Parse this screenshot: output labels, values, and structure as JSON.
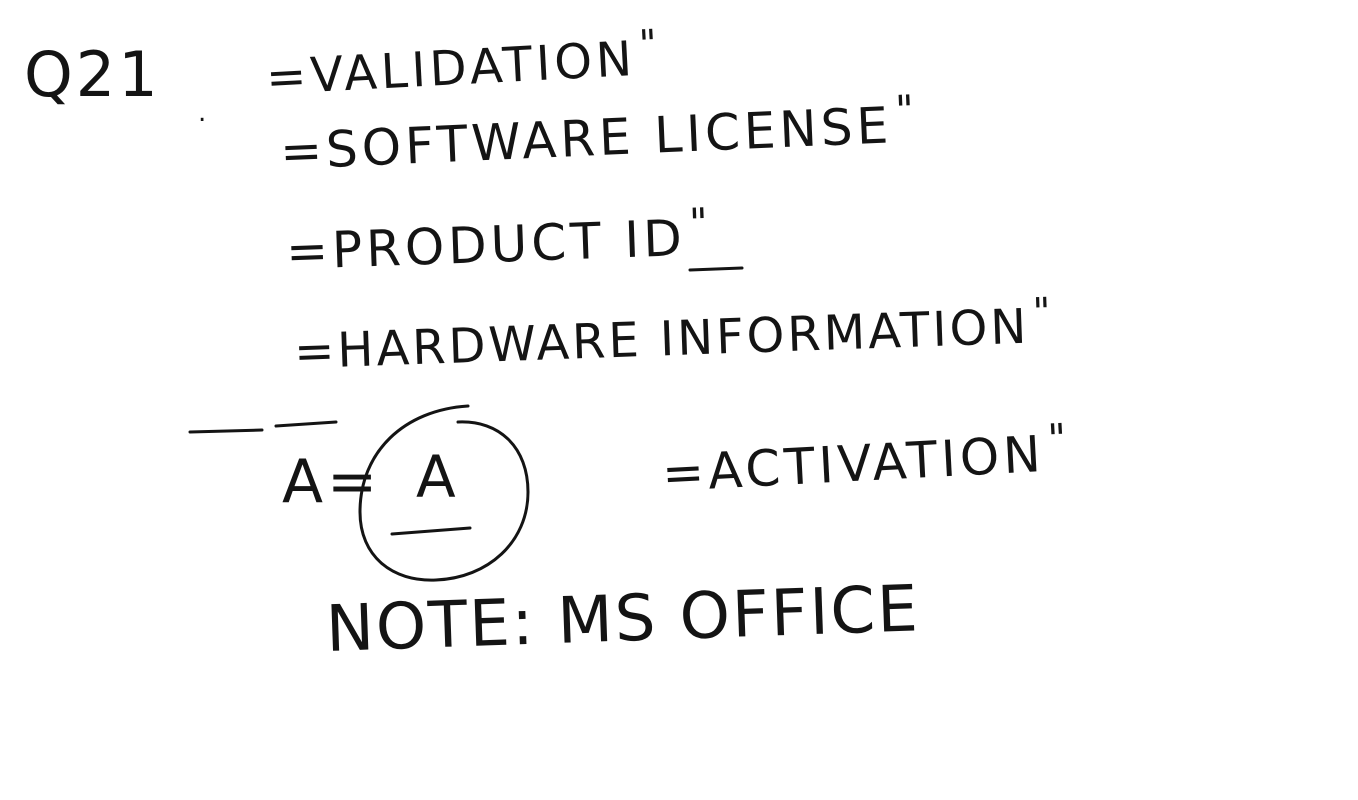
{
  "note_page": {
    "question": "Q21",
    "dot": ".",
    "prefix": "=",
    "ditto": "\"",
    "lines": [
      "VALIDATION",
      "SOFTWARE LICENSE",
      "PRODUCT ID",
      "HARDWARE INFORMATION",
      "ACTIVATION"
    ],
    "answer_label": "A",
    "answer_equals": "=",
    "answer_value": "A",
    "note": "NOTE: MS OFFICE",
    "ink_color": "#141414",
    "paper_color": "#ffffff"
  }
}
